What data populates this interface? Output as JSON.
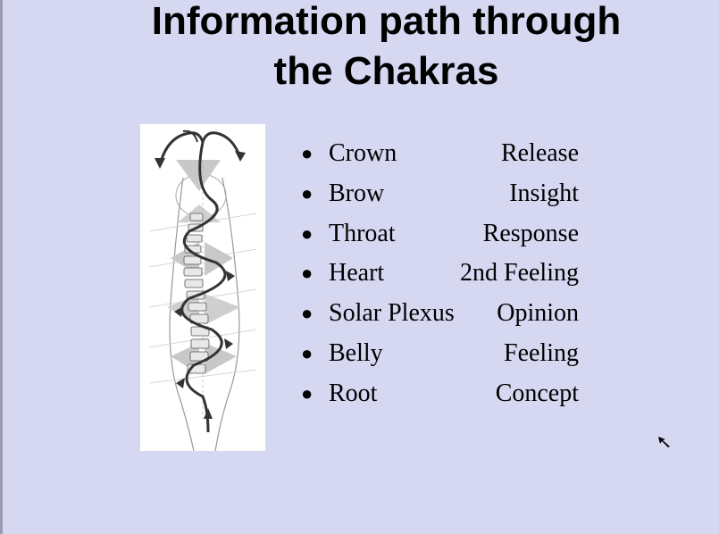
{
  "slide": {
    "title_line1": "Information path through",
    "title_line2": "the Chakras",
    "background": "#d6d8f2",
    "figure_icon": "spine-chakra-spiral-illustration",
    "items": [
      {
        "chakra": "Crown",
        "function": "Release"
      },
      {
        "chakra": "Brow",
        "function": "Insight"
      },
      {
        "chakra": "Throat",
        "function": "Response"
      },
      {
        "chakra": "Heart",
        "function": "2nd Feeling"
      },
      {
        "chakra": "Solar Plexus",
        "function": "Opinion"
      },
      {
        "chakra": "Belly",
        "function": "Feeling"
      },
      {
        "chakra": "Root",
        "function": "Concept"
      }
    ]
  }
}
